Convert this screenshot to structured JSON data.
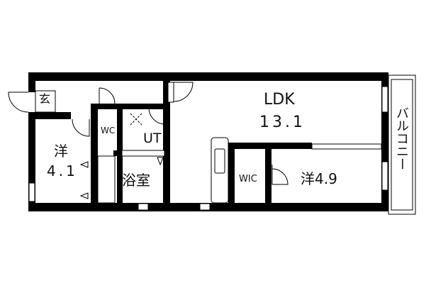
{
  "floor_plan": {
    "type": "apartment floor plan 1SLDK-style",
    "rooms": [
      {
        "id": "genkan",
        "label": "玄"
      },
      {
        "id": "western1",
        "label": "洋",
        "size": "4.1"
      },
      {
        "id": "wc",
        "label": "WC"
      },
      {
        "id": "ut",
        "label": "UT"
      },
      {
        "id": "bath",
        "label": "浴室"
      },
      {
        "id": "ldk",
        "label": "LDK",
        "size": "13.1"
      },
      {
        "id": "wic",
        "label": "WIC"
      },
      {
        "id": "western2",
        "label": "洋4.9"
      },
      {
        "id": "balcony",
        "label": "バルコニー"
      }
    ],
    "colors": {
      "wall": "#000000",
      "background": "#ffffff",
      "line": "#111111"
    }
  }
}
